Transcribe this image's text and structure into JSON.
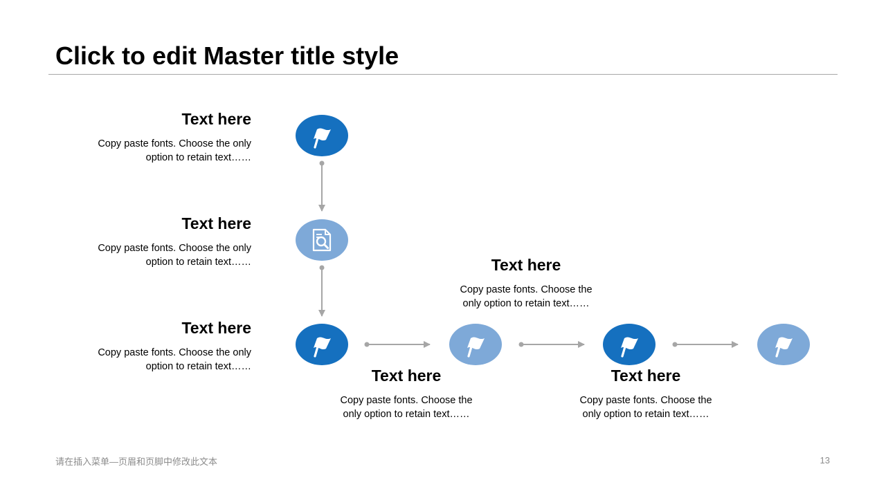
{
  "title": "Click to edit Master title style",
  "colors": {
    "dark_blue": "#1570bf",
    "light_blue": "#7ea9d8",
    "connector": "#a6a6a6",
    "rule": "#a6a6a6",
    "footer_text": "#8c8c8c"
  },
  "steps": [
    {
      "heading": "Text here",
      "body": "Copy paste fonts. Choose the only option to retain text……",
      "icon": "flag-icon",
      "tone": "dark"
    },
    {
      "heading": "Text here",
      "body": "Copy paste fonts. Choose the only option to retain text……",
      "icon": "document-search-icon",
      "tone": "light"
    },
    {
      "heading": "Text here",
      "body": "Copy paste fonts. Choose the only option to retain text……",
      "icon": "flag-icon",
      "tone": "dark"
    },
    {
      "heading": "Text here",
      "body": "Copy paste fonts. Choose the only option to retain text……",
      "icon": "flag-icon",
      "tone": "light"
    },
    {
      "heading": "Text here",
      "body": "Copy paste fonts. Choose the only option to retain text……",
      "icon": "flag-icon",
      "tone": "dark"
    },
    {
      "heading": "",
      "body": "",
      "icon": "flag-icon",
      "tone": "light"
    }
  ],
  "footer": {
    "text": "请在插入菜单—页眉和页脚中修改此文本",
    "page_number": "13"
  }
}
